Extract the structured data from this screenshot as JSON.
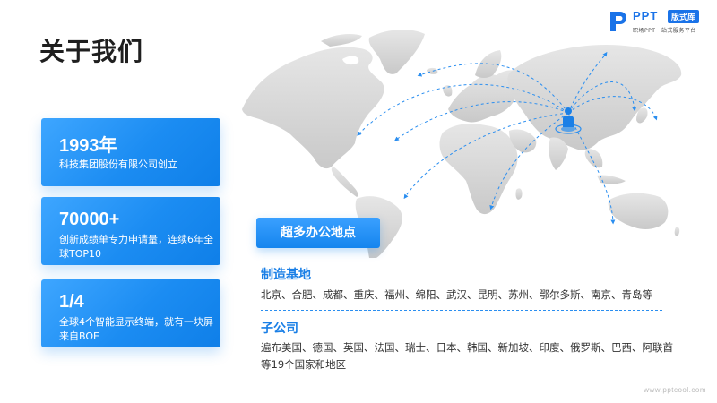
{
  "title": "关于我们",
  "logo": {
    "ppt": "PPT",
    "badge": "版式库",
    "subtitle": "职场PPT一站式服务平台"
  },
  "cards": [
    {
      "number": "1993年",
      "description": "科技集团股份有限公司创立"
    },
    {
      "number": "70000+",
      "description": "创新成绩单专力申请量，连续6年全球TOP10"
    },
    {
      "number": "1/4",
      "description": "全球4个智能显示终端，就有一块屏来自BOE"
    }
  ],
  "office_button": "超多办公地点",
  "manufacturing": {
    "title": "制造基地",
    "text": "北京、合肥、成都、重庆、福州、绵阳、武汉、昆明、苏州、鄂尔多斯、南京、青岛等"
  },
  "subsidiaries": {
    "title": "子公司",
    "text": "遍布美国、德国、英国、法国、瑞士、日本、韩国、新加坡、印度、俄罗斯、巴西、阿联酋等19个国家和地区"
  },
  "watermark": "www.pptcool.com",
  "colors": {
    "accent": "#1a7fe6",
    "card_gradient_start": "#3ea6ff",
    "card_gradient_end": "#0f7fe8",
    "map_gray": "#d5d5d5"
  },
  "icons": {
    "map_pin": "person-location-icon",
    "logo": "ppt-logo-icon"
  }
}
